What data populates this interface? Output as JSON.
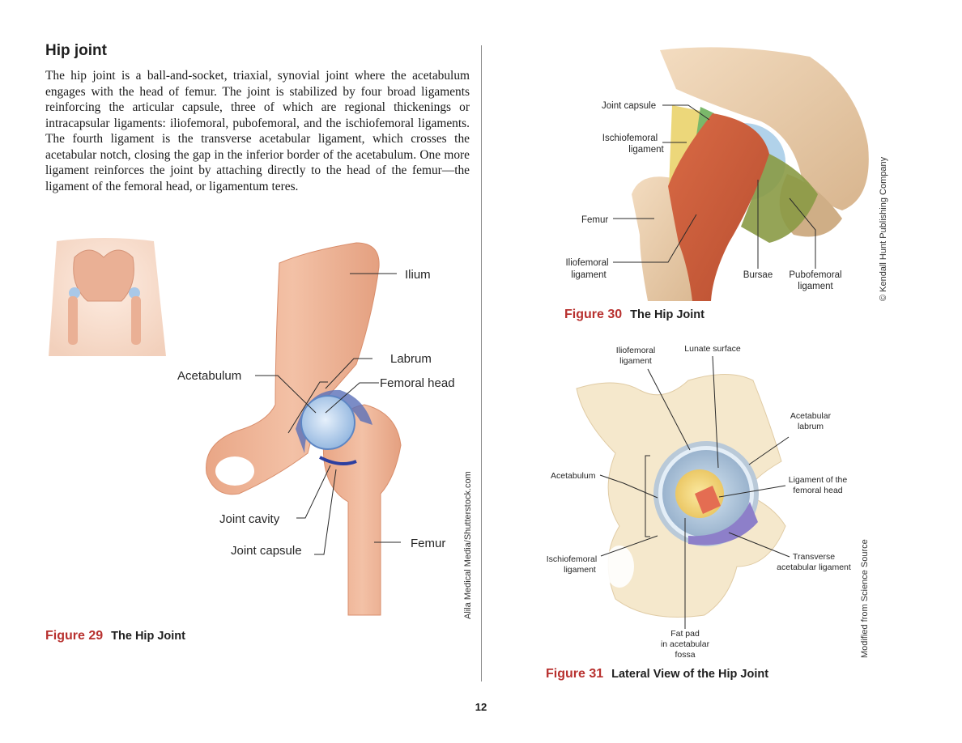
{
  "section": {
    "heading": "Hip joint",
    "paragraph": "The hip joint is a ball-and-socket, triaxial, synovial joint where the acetabulum engages with the head of femur. The joint is stabilized by four broad ligaments reinforcing the articular capsule, three of which are regional thickenings or intracapsular ligaments: iliofemoral, pubofemoral, and the ischiofemoral ligaments. The fourth ligament is the transverse acetabular ligament, which crosses the acetabular notch, closing the gap in the inferior border of the acetabulum. One more ligament reinforces the joint by attaching directly to the head of the femur—the ligament of the femoral head, or ligamentum teres."
  },
  "figure29": {
    "number": "Figure 29",
    "title": "The Hip Joint",
    "credit": "Alila Medical Media/Shutterstock.com",
    "labels": {
      "ilium": "Ilium",
      "acetabulum": "Acetabulum",
      "labrum": "Labrum",
      "femoral_head": "Femoral head",
      "joint_cavity": "Joint cavity",
      "joint_capsule": "Joint capsule",
      "femur": "Femur"
    }
  },
  "figure30": {
    "number": "Figure 30",
    "title": "The Hip Joint",
    "credit": "© Kendall Hunt Publishing Company",
    "labels": {
      "joint_capsule": "Joint capsule",
      "ischiofemoral_1": "Ischiofemoral",
      "ischiofemoral_2": "ligament",
      "femur": "Femur",
      "iliofemoral_1": "Iliofemoral",
      "iliofemoral_2": "ligament",
      "bursae": "Bursae",
      "pubofemoral_1": "Pubofemoral",
      "pubofemoral_2": "ligament"
    }
  },
  "figure31": {
    "number": "Figure 31",
    "title": "Lateral View of the Hip Joint",
    "credit": "Modified from Science Source",
    "labels": {
      "iliofemoral_1": "Iliofemoral",
      "iliofemoral_2": "ligament",
      "lunate": "Lunate surface",
      "labrum_1": "Acetabular",
      "labrum_2": "labrum",
      "acetabulum": "Acetabulum",
      "lig_head_1": "Ligament of the",
      "lig_head_2": "femoral head",
      "ischio_1": "Ischiofemoral",
      "ischio_2": "ligament",
      "transverse_1": "Transverse",
      "transverse_2": "acetabular ligament",
      "fat_1": "Fat pad",
      "fat_2": "in acetabular",
      "fat_3": "fossa"
    }
  },
  "page_number": "12"
}
